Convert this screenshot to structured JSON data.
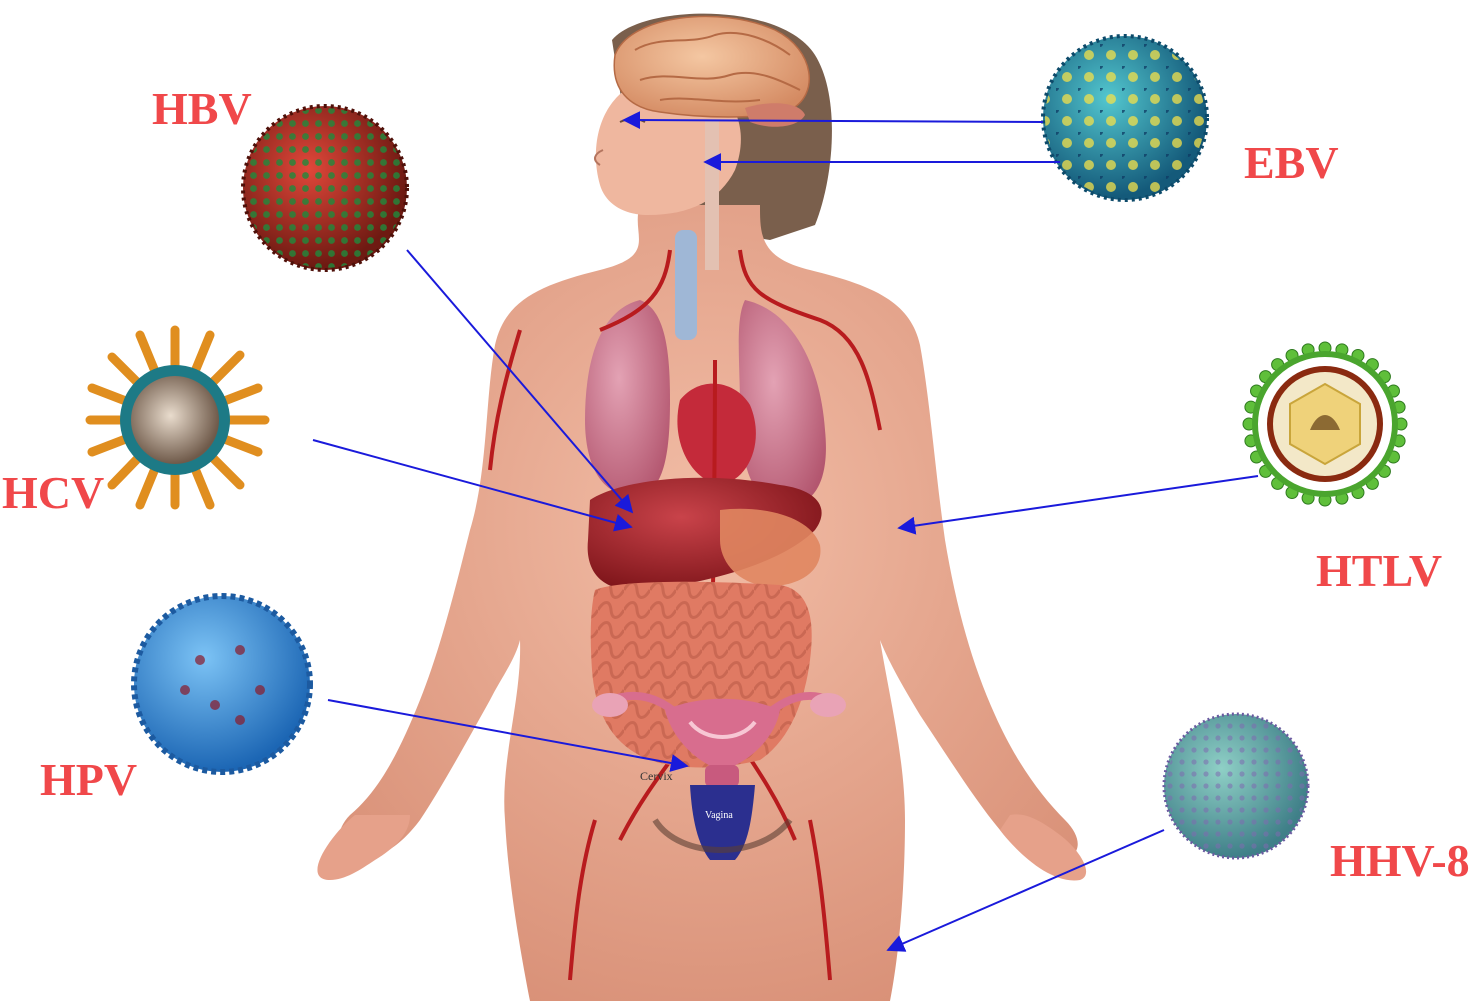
{
  "colors": {
    "label": "#f0484a",
    "arrow": "#1a1adb",
    "skin": "#e9a991",
    "skin_shadow": "#c9806a",
    "hair": "#7a5f4c",
    "lung": "#c86a82",
    "liver": "#a8232a",
    "artery": "#b81b1e",
    "intestine": "#e07a63",
    "uterus": "#d86d8e",
    "vagina": "#2b2f8f"
  },
  "viruses": [
    {
      "id": "hbv",
      "label": "HBV",
      "icon": "hbv-virus-icon"
    },
    {
      "id": "ebv",
      "label": "EBV",
      "icon": "ebv-virus-icon"
    },
    {
      "id": "hcv",
      "label": "HCV",
      "icon": "hcv-virus-icon"
    },
    {
      "id": "htlv",
      "label": "HTLV",
      "icon": "htlv-virus-icon"
    },
    {
      "id": "hpv",
      "label": "HPV",
      "icon": "hpv-virus-icon"
    },
    {
      "id": "hhv8",
      "label": "HHV-8",
      "icon": "hhv8-virus-icon"
    }
  ],
  "organ_labels": {
    "cervix": "Cervix",
    "vagina": "Vagina"
  }
}
